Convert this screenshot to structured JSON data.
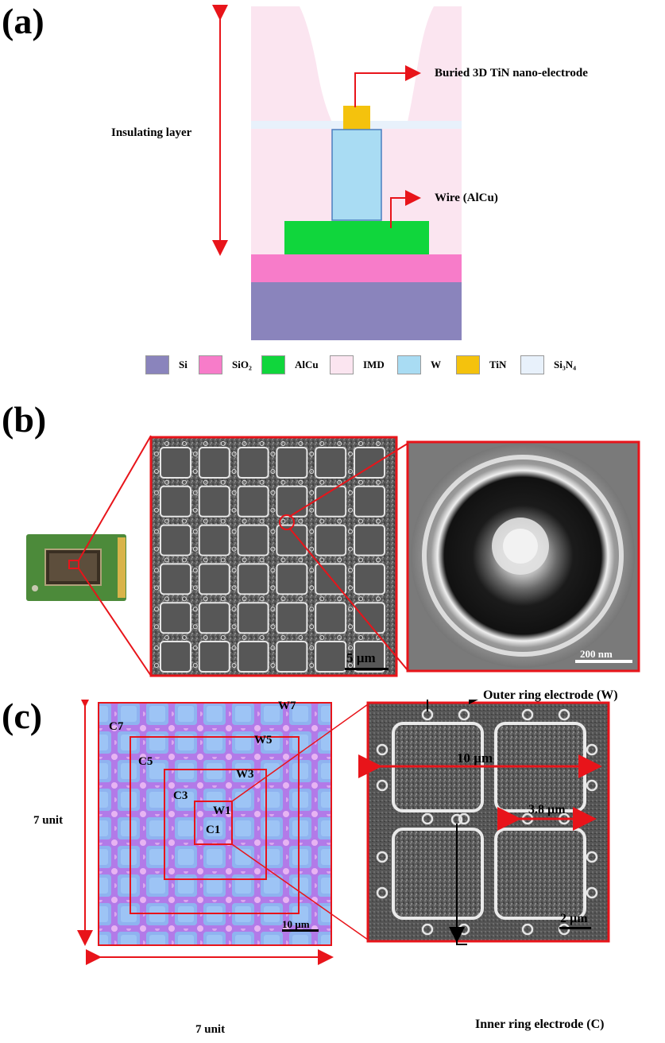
{
  "panels": {
    "a": {
      "label": "(a)",
      "annotations": {
        "insulating_layer": "Insulating layer",
        "buried_electrode": "Buried 3D TiN nano-electrode",
        "wire": "Wire (AlCu)"
      },
      "legend": [
        {
          "label": "Si",
          "color": "#8a84bc"
        },
        {
          "label": "SiO₂",
          "color": "#f77cc9"
        },
        {
          "label": "AlCu",
          "color": "#10d63c"
        },
        {
          "label": "IMD",
          "color": "#fbe5f0"
        },
        {
          "label": "W",
          "color": "#a9dcf3"
        },
        {
          "label": "TiN",
          "color": "#f4c20d"
        },
        {
          "label": "Si₃N₄",
          "color": "#e8f1fb"
        }
      ]
    },
    "b": {
      "label": "(b)",
      "scale_mid": "5 µm",
      "scale_right": "200 nm"
    },
    "c": {
      "label": "(c)",
      "ring_labels": {
        "W7": "W7",
        "C7": "C7",
        "W5": "W5",
        "C5": "C5",
        "W3": "W3",
        "C3": "C3",
        "W1": "W1",
        "C1": "C1"
      },
      "scale_left": "10 µm",
      "dim_vertical": "7 unit",
      "dim_horizontal": "7 unit",
      "outer_ring": "Outer ring electrode (W)",
      "inner_ring": "Inner ring electrode (C)",
      "dim_10um": "10 µm",
      "dim_38um": "3.8 µm",
      "scale_right": "2 µm"
    }
  },
  "colors": {
    "accent_red": "#e8141a",
    "sem_dark": "#555555",
    "sem_bright": "#e6e6e6"
  }
}
